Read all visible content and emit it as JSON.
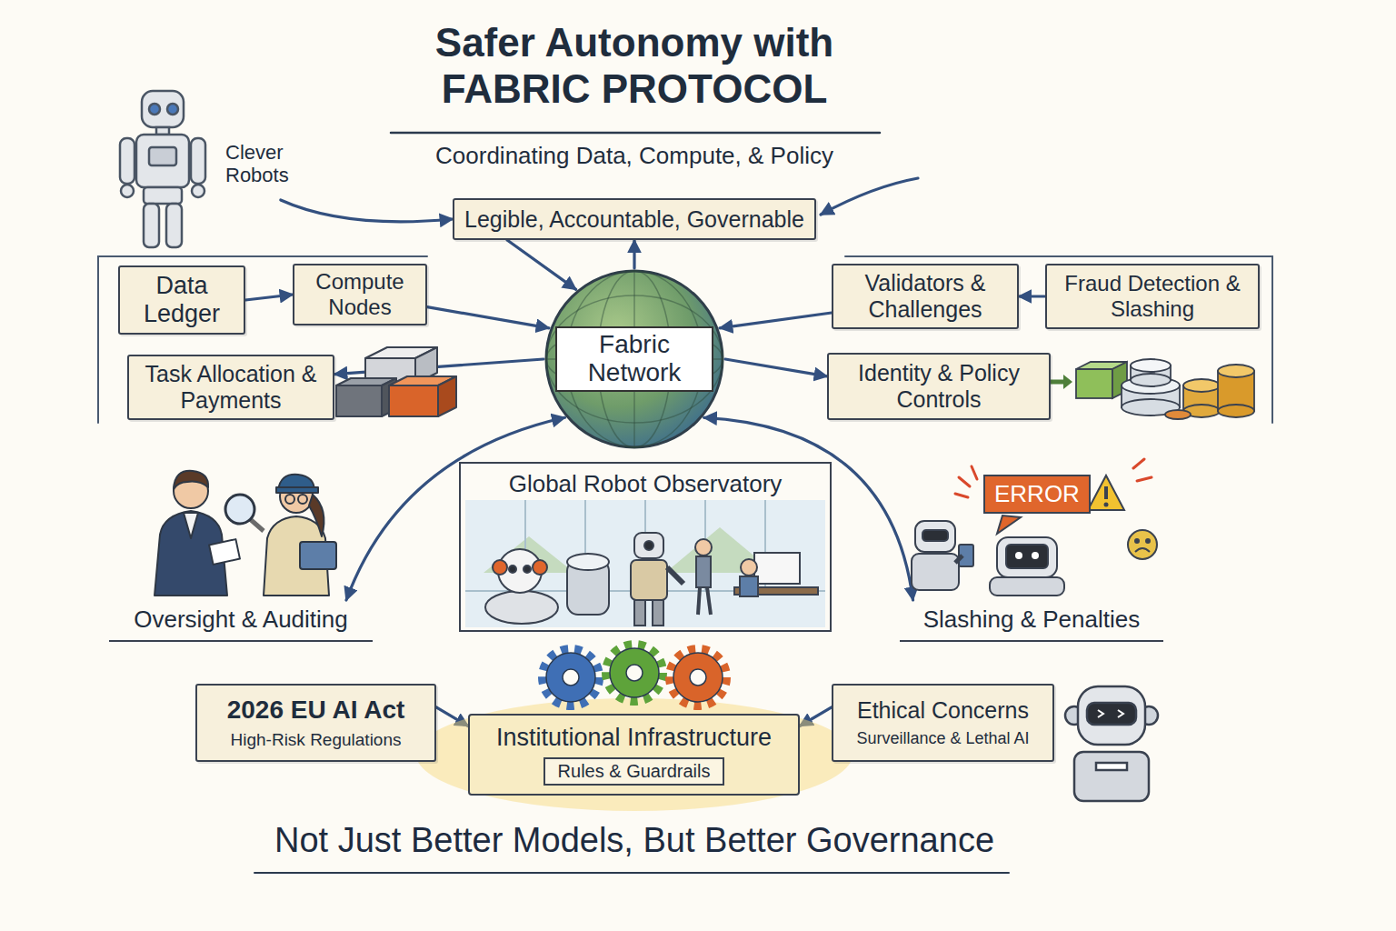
{
  "diagram": {
    "title": "Safer Autonomy with FABRIC PROTOCOL",
    "caption": "Not Just Better Models, But Better Governance",
    "nodes": [
      {
        "text": [
          "Clever Robots"
        ]
      },
      {
        "text": [
          "Legible, Accountable, Governable"
        ]
      },
      {
        "text": [
          "Data Ledger"
        ]
      },
      {
        "text": [
          "Compute Nodes"
        ]
      },
      {
        "text": [
          "Validators & Challenges"
        ]
      },
      {
        "text": [
          "Fraud Detection & Slashing"
        ]
      },
      {
        "text": [
          "Task Allocation & Payments"
        ]
      },
      {
        "text": [
          "Fabric Network"
        ]
      },
      {
        "text": [
          "Identity & Policy Controls"
        ]
      },
      {
        "text": [
          "Oversight & Auditing"
        ]
      },
      {
        "text": [
          "Global Robot Observatory"
        ]
      },
      {
        "text": [
          "Slashing & Penalties"
        ]
      },
      {
        "text": [
          "2026 EU AI Act",
          "High-Risk Regulations"
        ]
      },
      {
        "text": [
          "Institutional Infrastructure",
          "Rules & Guardrails"
        ]
      },
      {
        "text": [
          "Ethical Concerns",
          "Surveillance & Lethal AI"
        ]
      }
    ],
    "edges": [
      {
        "from": 0,
        "to": 1,
        "arrow": "to"
      },
      {
        "from": 1,
        "to": 7,
        "arrow": "to"
      },
      {
        "from": 7,
        "to": 1,
        "arrow": "to"
      },
      {
        "from": 2,
        "to": 3,
        "arrow": "to"
      },
      {
        "from": 3,
        "to": 7,
        "arrow": "to"
      },
      {
        "from": 5,
        "to": 4,
        "arrow": "to"
      },
      {
        "from": 4,
        "to": 7,
        "arrow": "to"
      },
      {
        "from": 7,
        "to": 6,
        "arrow": "to"
      },
      {
        "from": 7,
        "to": 8,
        "arrow": "to"
      },
      {
        "from": 7,
        "to": 9,
        "arrow": "both"
      },
      {
        "from": 7,
        "to": 11,
        "arrow": "both"
      },
      {
        "from": 12,
        "to": 13,
        "arrow": "to"
      },
      {
        "from": 14,
        "to": 13,
        "arrow": "to"
      }
    ],
    "labels": [
      "Coordinating Data, Compute, & Policy",
      "ERROR"
    ]
  }
}
